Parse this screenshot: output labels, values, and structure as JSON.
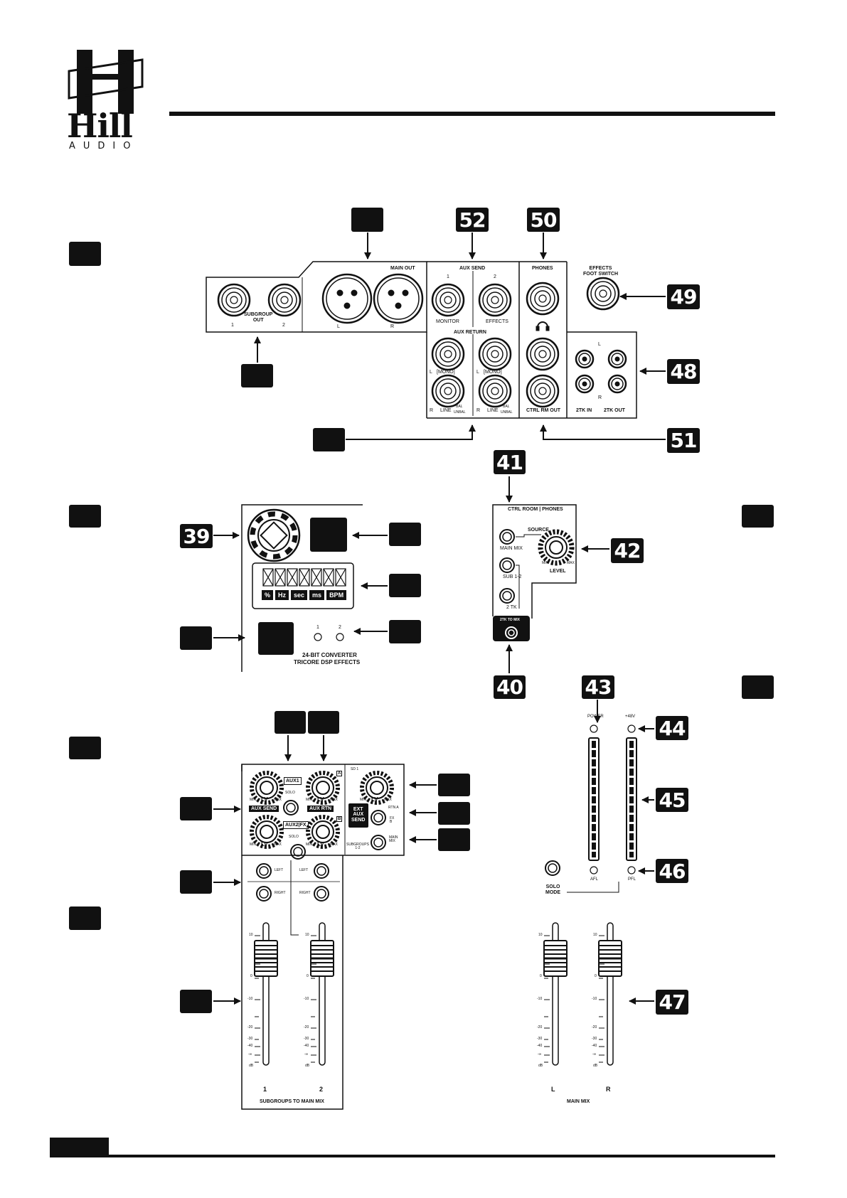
{
  "logo": {
    "brand": "Hill",
    "sub": "AUDIO"
  },
  "callouts": {
    "b39": "39",
    "b40": "40",
    "b41": "41",
    "b42": "42",
    "b43": "43",
    "b44": "44",
    "b45": "45",
    "b46": "46",
    "b47": "47",
    "b48": "48",
    "b49": "49",
    "b50": "50",
    "b51": "51",
    "b52": "52"
  },
  "rear_panel": {
    "main_out": "MAIN OUT",
    "subgroup_out": "SUBGROUP\nOUT",
    "sub1": "1",
    "sub2": "2",
    "main_l": "L",
    "main_r": "R",
    "aux_send": "AUX SEND",
    "aux1": "1",
    "aux2": "2",
    "monitor": "MONITOR",
    "effects": "EFFECTS",
    "aux_return": "AUX RETURN",
    "ret_l": "L",
    "ret_mono": "[MONO]",
    "ret_r": "R",
    "line": "LINE",
    "bal": "BAL",
    "unbal": "UNBAL",
    "phones": "PHONES",
    "ctrl_rm_out": "CTRL RM OUT",
    "foot_switch": "EFFECTS\nFOOT SWITCH",
    "tk_l": "L",
    "tk_r": "R",
    "tk_in": "2TK IN",
    "tk_out": "2TK OUT"
  },
  "dsp": {
    "units": [
      "%",
      "Hz",
      "sec",
      "ms",
      "BPM"
    ],
    "ind1": "1",
    "ind2": "2",
    "converter": "24-BIT CONVERTER",
    "tricore": "TRICORE DSP EFFECTS"
  },
  "ctrl_room": {
    "title": "CTRL ROOM | PHONES",
    "source": "SOURCE",
    "main_mix": "MAIN MIX",
    "sub12": "SUB 1-2",
    "tk2": "2 TK",
    "level": "LEVEL",
    "min": "MIN",
    "max": "MAX",
    "tk_to_mix": "2TK TO MIX"
  },
  "meters": {
    "power": "POWER",
    "phantom": "+48V",
    "afl": "AFL",
    "pfl": "PFL",
    "solo_mode": "SOLO\nMODE"
  },
  "aux_strip": {
    "aux1": "AUX1",
    "solo": "SOLO",
    "aux_send": "AUX SEND",
    "aux_rtn": "AUX RTN",
    "aux2fx": "AUX2|FX",
    "sd1": "SD 1",
    "a": "A",
    "b": "B",
    "ext_aux_send": "EXT\nAUX\nSEND",
    "rtn_a": "RTN A",
    "fx_b": "FX\nB",
    "main_mix": "MAIN\nMIX",
    "subgroups": "SUBGROUPS\n1-2",
    "min": "MIN",
    "lv": "LV",
    "max": "MAX",
    "left": "LEFT",
    "right": "RIGHT"
  },
  "faders": {
    "scale": [
      "10",
      "0",
      "-10",
      "-20",
      "-30",
      "-40",
      "-∞",
      "dB"
    ],
    "ch1": "1",
    "ch2": "2",
    "sub_label": "SUBGROUPS TO MAIN MIX",
    "chl": "L",
    "chr": "R",
    "main_label": "MAIN MIX"
  }
}
